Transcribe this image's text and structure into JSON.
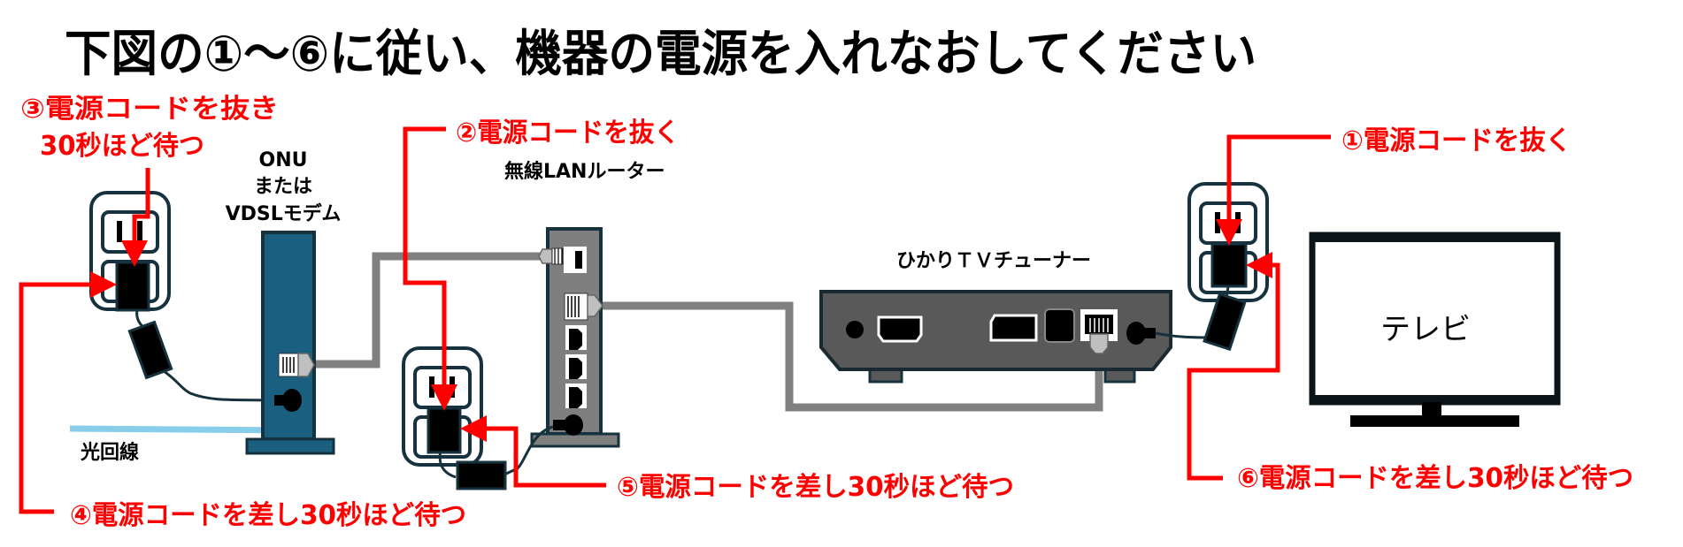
{
  "title": "下図の①～⑥に従い、機器の電源を入れなおしてください",
  "steps": {
    "step1": "①電源コードを抜く",
    "step2": "②電源コードを抜く",
    "step3_line1": "③電源コードを抜き",
    "step3_line2": "30秒ほど待つ",
    "step4": "④電源コードを差し30秒ほど待つ",
    "step5": "⑤電源コードを差し30秒ほど待つ",
    "step6": "⑥電源コードを差し30秒ほど待つ"
  },
  "devices": {
    "onu_line1": "ONU",
    "onu_line2": "または",
    "onu_line3": "VDSLモデム",
    "router": "無線LANルーター",
    "tuner": "ひかりＴＶチューナー",
    "tv": "テレビ",
    "fiber": "光回線"
  },
  "colors": {
    "accent_red": "#ff0000",
    "onu": "#1a5e80",
    "router": "#7f7f7f",
    "tuner": "#595959",
    "fiber": "#87ceeb",
    "cable": "#808080"
  }
}
